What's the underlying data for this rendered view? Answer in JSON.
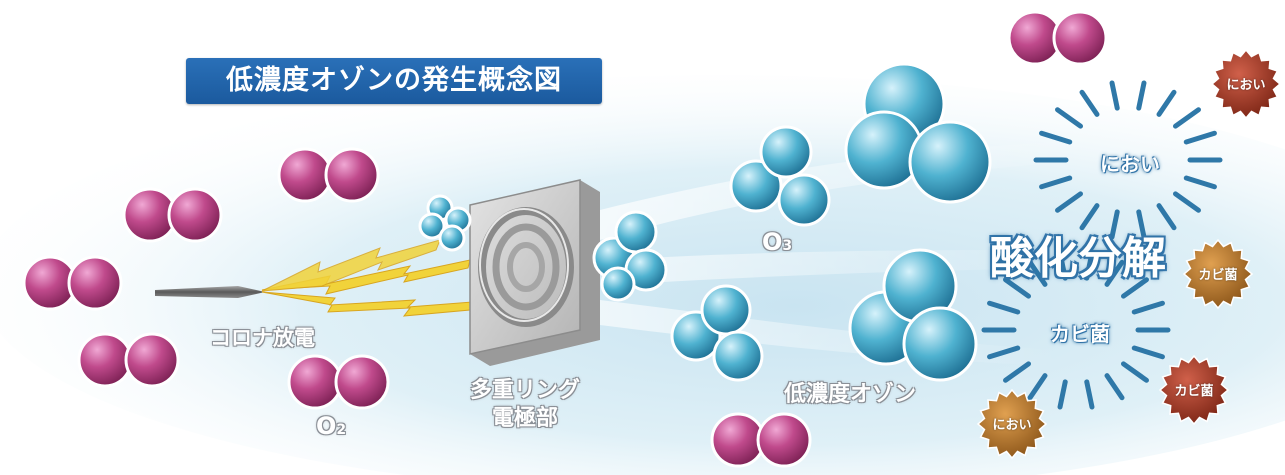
{
  "title": "低濃度オゾンの発生概念図",
  "labels": {
    "corona": "コロナ放電",
    "electrode_line1": "多重リング",
    "electrode_line2": "電極部",
    "o2": "O2",
    "o3": "O3",
    "low_ozone": "低濃度オゾン",
    "oxidation": "酸化分解"
  },
  "targets": {
    "odor_ray": "におい",
    "mold_ray": "カビ菌",
    "badges": [
      "におい",
      "カビ菌",
      "カビ菌",
      "におい"
    ]
  },
  "colors": {
    "title_bg": "#1f62a8",
    "o2_molecule": "#b23a80",
    "ozone_molecule": "#3a9bc0",
    "ray": "#2f78a8",
    "spark": "#f1d33a",
    "badge_odor": "#8a2a1a",
    "badge_mold": "#9a6020",
    "badge_mold2": "#8a2a1a",
    "badge_odor2": "#a06820"
  }
}
